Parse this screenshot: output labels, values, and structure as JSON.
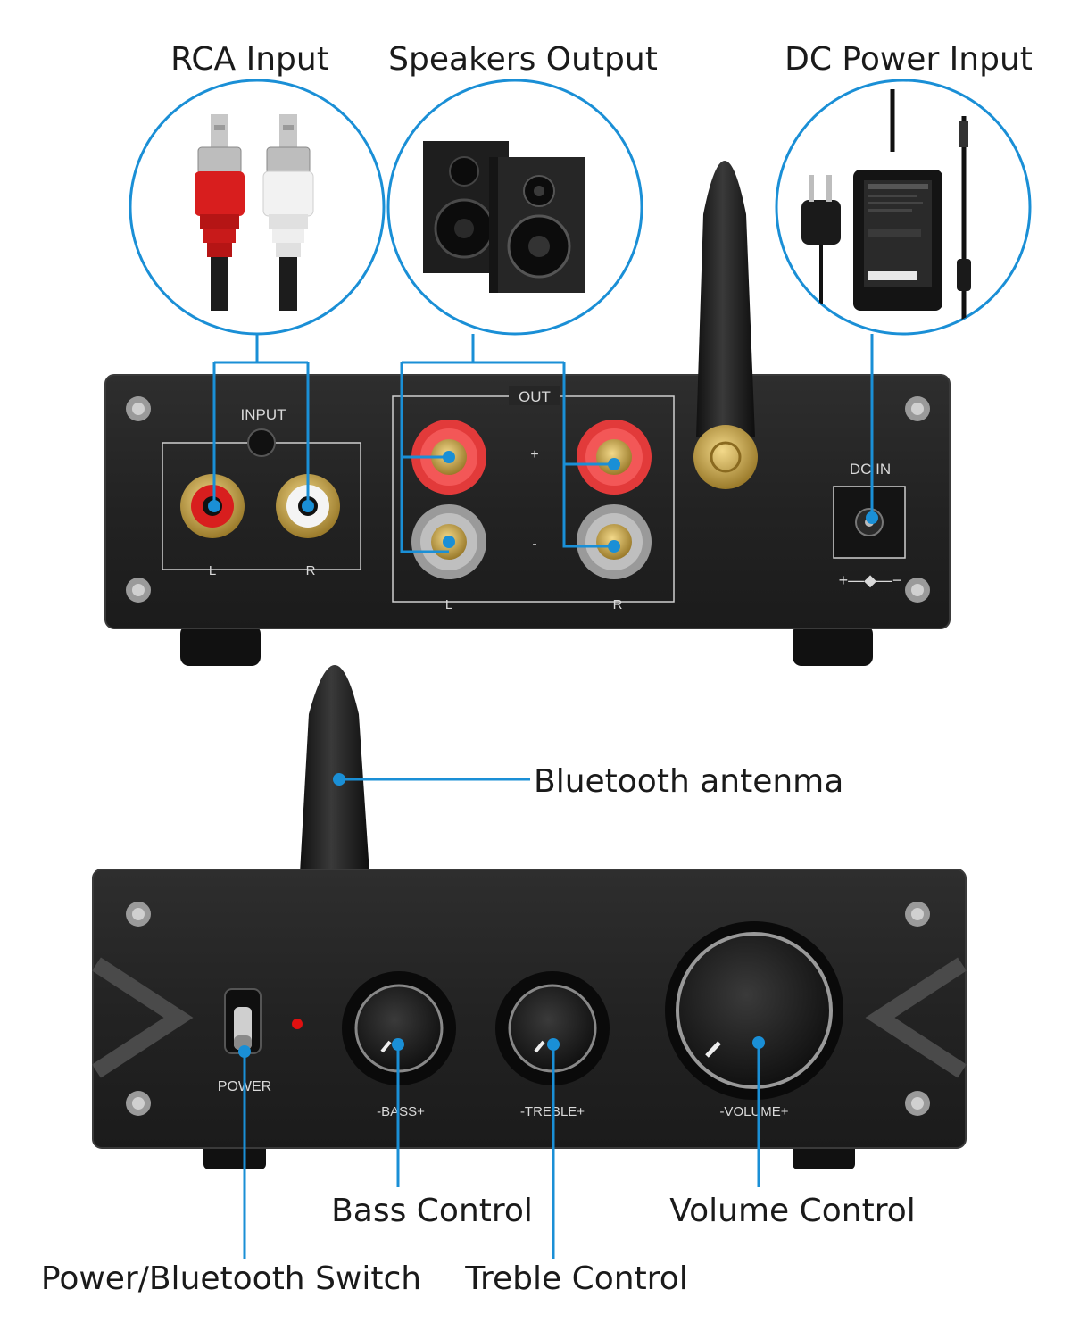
{
  "callouts": {
    "rca_input": "RCA Input",
    "speakers_output": "Speakers Output",
    "dc_power_input": "DC Power Input",
    "bluetooth_antenna": "Bluetooth antenma",
    "bass_control": "Bass Control",
    "volume_control": "Volume Control",
    "power_switch": "Power/Bluetooth Switch",
    "treble_control": "Treble Control"
  },
  "rear_panel": {
    "input_label": "INPUT",
    "input_left": "L",
    "input_right": "R",
    "out_label": "OUT",
    "out_plus": "+",
    "out_minus": "-",
    "out_left": "L",
    "out_right": "R",
    "dc_in_label": "DC IN",
    "polarity": "+—◆—−"
  },
  "front_panel": {
    "power_label": "POWER",
    "bass_label": "-BASS+",
    "treble_label": "-TREBLE+",
    "volume_label": "-VOLUME+"
  },
  "colors": {
    "leader": "#1a8fd6",
    "panel": "#262626",
    "rca_red": "#d81e1e",
    "led": "#e01010"
  }
}
